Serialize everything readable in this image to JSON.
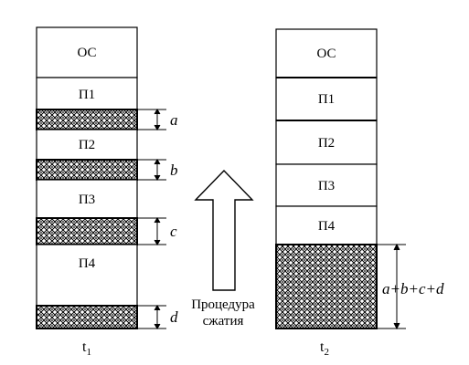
{
  "left_column": {
    "time_label": "t",
    "time_subscript": "1",
    "blocks": [
      "ОС",
      "П1",
      "П2",
      "П3",
      "П4"
    ],
    "holes": [
      "a",
      "b",
      "c",
      "d"
    ]
  },
  "right_column": {
    "time_label": "t",
    "time_subscript": "2",
    "blocks": [
      "ОС",
      "П1",
      "П2",
      "П3",
      "П4"
    ],
    "hole_total": "a+b+c+d"
  },
  "arrow": {
    "caption_line1": "Процедура",
    "caption_line2": "сжатия"
  },
  "colors": {
    "stroke": "#000000",
    "fill": "#ffffff"
  }
}
